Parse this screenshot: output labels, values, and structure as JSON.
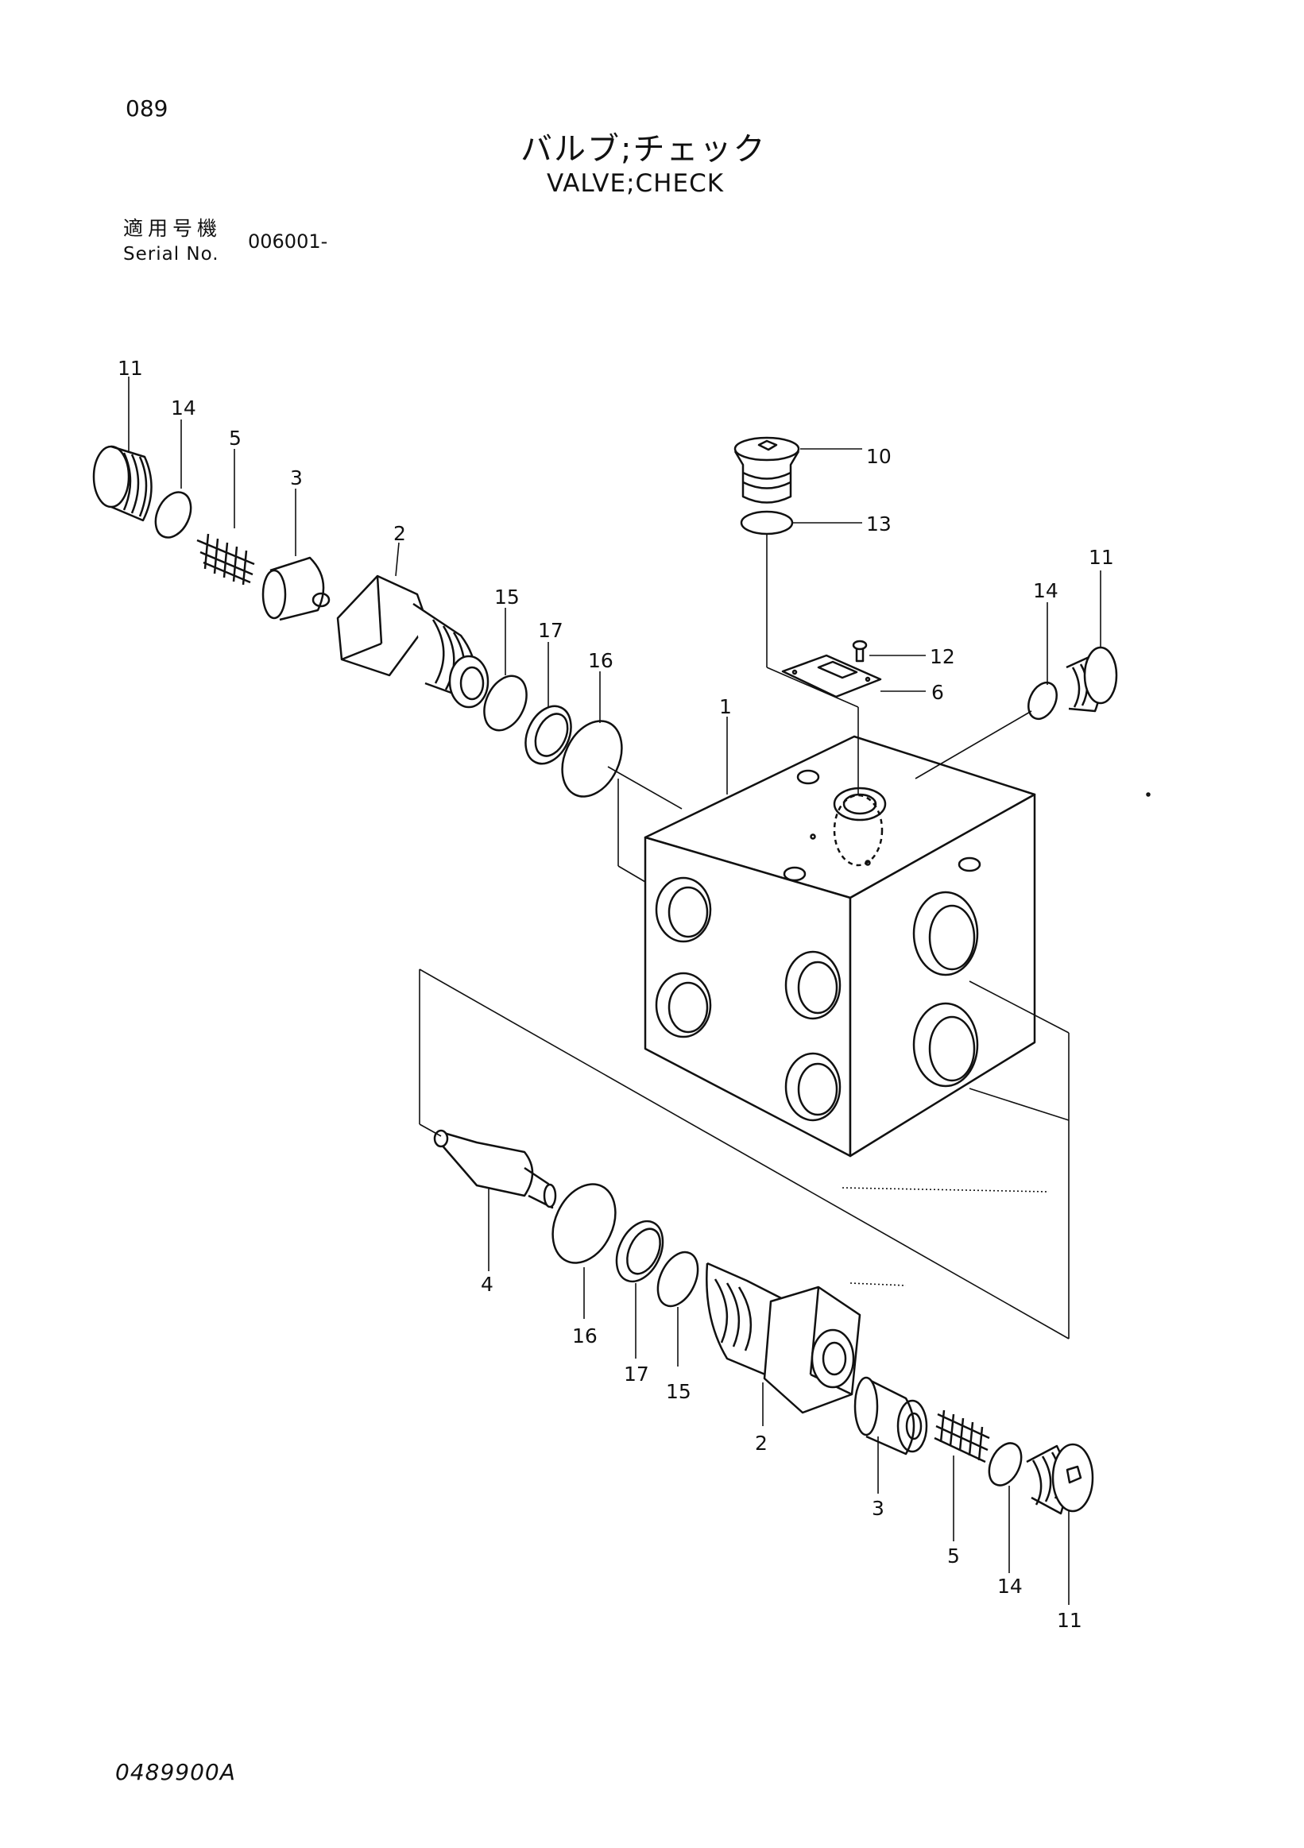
{
  "header": {
    "page_number": "089",
    "title_jp": "バルブ;チェック",
    "title_en": "VALVE;CHECK",
    "serial_label_jp": "適用号機",
    "serial_label_en": "Serial No.",
    "serial_value": "006001-"
  },
  "footer": {
    "drawing_code": "0489900A"
  },
  "callouts": {
    "c1": "1",
    "c2": "2",
    "c3": "3",
    "c4": "4",
    "c5": "5",
    "c6": "6",
    "c10": "10",
    "c11": "11",
    "c12": "12",
    "c13": "13",
    "c14": "14",
    "c15": "15",
    "c16": "16",
    "c17": "17"
  }
}
